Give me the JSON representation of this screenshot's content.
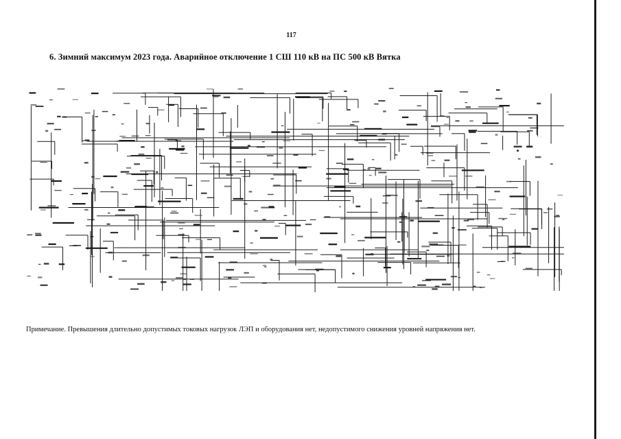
{
  "page": {
    "number": "117",
    "title": "6. Зимний максимум 2023 года. Аварийное отключение 1 СШ 110 кВ на ПС 500 кВ Вятка",
    "note": "Примечание. Превышения длительно допустимых токовых нагрузок ЛЭП и оборудования нет, недопустимого снижения уровней напряжения нет."
  },
  "scheme": {
    "kind": "power-grid single-line diagram (illegible small labels)"
  },
  "colors": {
    "ink": "#1a1a1a",
    "paper": "#ffffff"
  }
}
